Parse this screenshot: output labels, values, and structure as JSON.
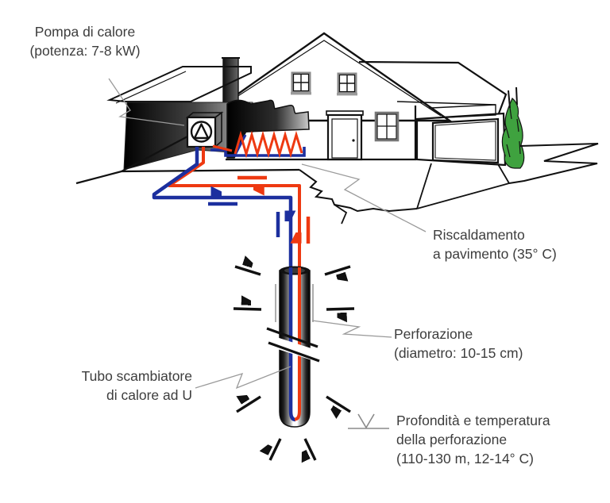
{
  "diagram": {
    "type": "geothermal-heat-pump-illustration",
    "labels": {
      "heat_pump": {
        "lines": [
          "Pompa di calore",
          "(potenza: 7-8 kW)"
        ]
      },
      "floor_heating": {
        "lines": [
          "Riscaldamento",
          "a pavimento (35° C)"
        ]
      },
      "borehole": {
        "lines": [
          "Perforazione",
          "(diametro: 10-15 cm)"
        ]
      },
      "u_tube": {
        "lines": [
          "Tubo scambiatore",
          "di calore ad U"
        ]
      },
      "depth_temp": {
        "lines": [
          "Profondità e temperatura",
          "della perforazione",
          "(110-130 m, 12-14° C)"
        ]
      }
    },
    "icons": {
      "pump": "circle-with-triangle",
      "water_table": "v-over-line",
      "heat_flow": "inward-black-arrows",
      "pipe_break": "double-slash"
    },
    "colors": {
      "pipe_cold_blue": "#1c2f9e",
      "pipe_warm_red": "#ee3911",
      "tree_green": "#3fa23f",
      "label_text": "#3d3d3d",
      "leader_gray": "#9a9a9a"
    }
  }
}
